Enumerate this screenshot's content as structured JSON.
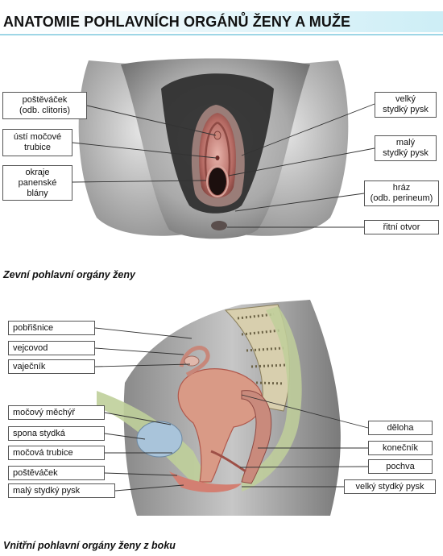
{
  "title": "ANATOMIE POHLAVNÍCH ORGÁNŮ ŽENY A MUŽE",
  "colors": {
    "header_bar": "#cdeef6",
    "skin_light": "#d9d9d9",
    "skin_dark": "#6f6f6f",
    "hair": "#1e1e1e",
    "mucosa": "#b56a63",
    "organ": "#d99a86",
    "organ_dark": "#b0584c",
    "bladder": "#a9c4da",
    "bone": "#e4dcc2",
    "tissue": "#bfcf9a",
    "leader": "#333333"
  },
  "external": {
    "caption": "Zevní pohlavní orgány ženy",
    "labels": {
      "clitoris": "poštěváček\n(odb. clitoris)",
      "urethra_opening": "ústí močové\ntrubice",
      "hymen": "okraje\npanenské\nblány",
      "labia_majora": "velký\nstydký pysk",
      "labia_minora": "malý\nstydký pysk",
      "perineum": "hráz\n(odb. perineum)",
      "anus": "řitní otvor"
    }
  },
  "internal": {
    "caption": "Vnitřní pohlavní orgány ženy z boku",
    "labels": {
      "peritoneum": "pobřišnice",
      "oviduct": "vejcovod",
      "ovary": "vaječník",
      "bladder": "močový měchýř",
      "pubic_symphysis": "spona stydká",
      "urethra": "močová trubice",
      "clitoris": "poštěváček",
      "labia_minora": "malý stydký pysk",
      "uterus": "děloha",
      "rectum": "konečník",
      "vagina": "pochva",
      "labia_majora": "velký stydký pysk"
    }
  }
}
